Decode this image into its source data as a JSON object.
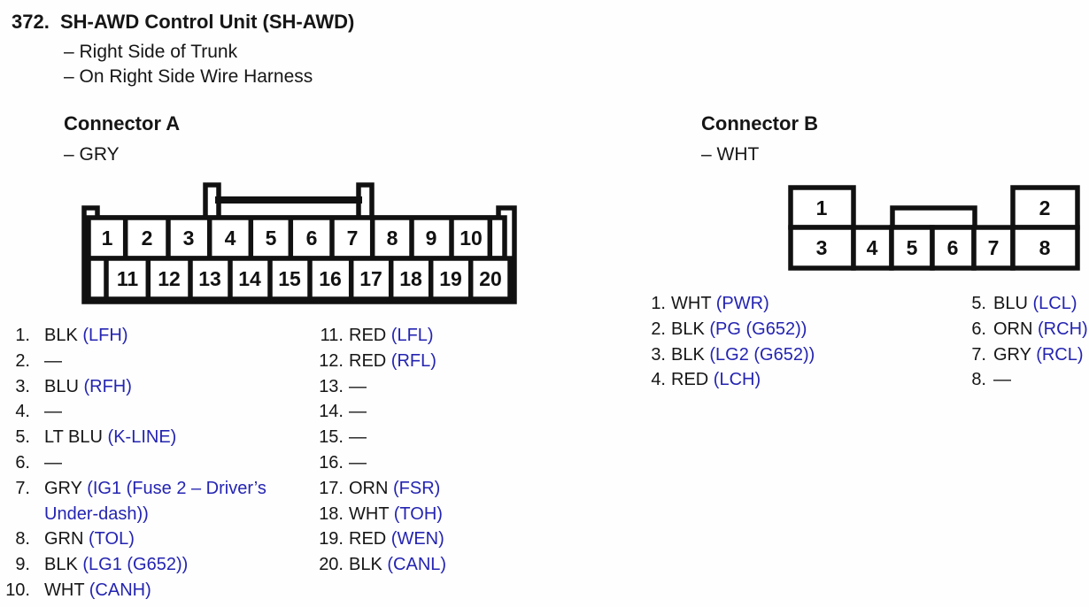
{
  "header": {
    "number": "372.",
    "title": "SH-AWD Control Unit (SH-AWD)",
    "location_notes": [
      "– Right Side of Trunk",
      "– On Right Side Wire Harness"
    ]
  },
  "colors": {
    "signal_blue": "#2424B2",
    "ink": "#161616"
  },
  "connector_a": {
    "heading": "Connector A",
    "housing_color": "– GRY",
    "diagram_pins_top": [
      "1",
      "2",
      "3",
      "4",
      "5",
      "6",
      "7",
      "8",
      "9",
      "10"
    ],
    "diagram_pins_bottom": [
      "11",
      "12",
      "13",
      "14",
      "15",
      "16",
      "17",
      "18",
      "19",
      "20"
    ],
    "pins_left": [
      {
        "num": "1.",
        "wire": "BLK",
        "signal": "(LFH)"
      },
      {
        "num": "2.",
        "wire": "—",
        "signal": ""
      },
      {
        "num": "3.",
        "wire": "BLU",
        "signal": "(RFH)"
      },
      {
        "num": "4.",
        "wire": "—",
        "signal": ""
      },
      {
        "num": "5.",
        "wire": "LT BLU",
        "signal": "(K-LINE)"
      },
      {
        "num": "6.",
        "wire": "—",
        "signal": ""
      },
      {
        "num": "7.",
        "wire": "GRY",
        "signal": "(IG1 (Fuse 2 – Driver’s Under-dash))"
      },
      {
        "num": "8.",
        "wire": "GRN",
        "signal": "(TOL)"
      },
      {
        "num": "9.",
        "wire": "BLK",
        "signal": "(LG1 (G652))"
      },
      {
        "num": "10.",
        "wire": "WHT",
        "signal": "(CANH)"
      }
    ],
    "pins_right": [
      {
        "num": "11.",
        "wire": "RED",
        "signal": "(LFL)"
      },
      {
        "num": "12.",
        "wire": "RED",
        "signal": "(RFL)"
      },
      {
        "num": "13.",
        "wire": "—",
        "signal": ""
      },
      {
        "num": "14.",
        "wire": "—",
        "signal": ""
      },
      {
        "num": "15.",
        "wire": "—",
        "signal": ""
      },
      {
        "num": "16.",
        "wire": "—",
        "signal": ""
      },
      {
        "num": "17.",
        "wire": "ORN",
        "signal": "(FSR)"
      },
      {
        "num": "18.",
        "wire": "WHT",
        "signal": "(TOH)"
      },
      {
        "num": "19.",
        "wire": "RED",
        "signal": "(WEN)"
      },
      {
        "num": "20.",
        "wire": "BLK",
        "signal": "(CANL)"
      }
    ]
  },
  "connector_b": {
    "heading": "Connector B",
    "housing_color": "– WHT",
    "diagram_pins_top": [
      "1",
      "2"
    ],
    "diagram_pins_bottom": [
      "3",
      "4",
      "5",
      "6",
      "7",
      "8"
    ],
    "pins_left": [
      {
        "num": "1.",
        "wire": "WHT",
        "signal": "(PWR)"
      },
      {
        "num": "2.",
        "wire": "BLK",
        "signal": "(PG (G652))"
      },
      {
        "num": "3.",
        "wire": "BLK",
        "signal": "(LG2 (G652))"
      },
      {
        "num": "4.",
        "wire": "RED",
        "signal": "(LCH)"
      }
    ],
    "pins_right": [
      {
        "num": "5.",
        "wire": "BLU",
        "signal": "(LCL)"
      },
      {
        "num": "6.",
        "wire": "ORN",
        "signal": "(RCH)"
      },
      {
        "num": "7.",
        "wire": "GRY",
        "signal": "(RCL)"
      },
      {
        "num": "8.",
        "wire": "—",
        "signal": ""
      }
    ]
  }
}
